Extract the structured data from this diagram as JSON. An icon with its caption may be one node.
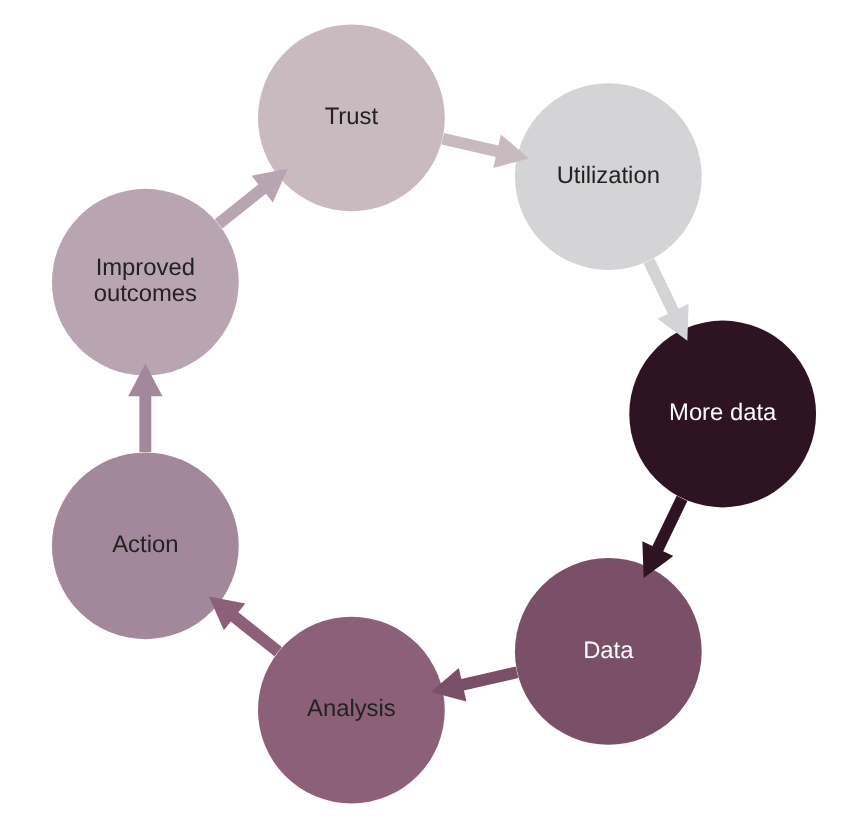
{
  "diagram": {
    "nodes": [
      {
        "text": [
          "Data"
        ]
      },
      {
        "text": [
          "Analysis"
        ]
      },
      {
        "text": [
          "Action"
        ]
      },
      {
        "text": [
          "Improved outcomes"
        ]
      },
      {
        "text": [
          "Trust"
        ]
      },
      {
        "text": [
          "Utilization"
        ]
      },
      {
        "text": [
          "More data"
        ]
      }
    ],
    "edges": [
      {
        "from": 0,
        "to": 1,
        "arrow": "to",
        "color": "#7a5068"
      },
      {
        "from": 1,
        "to": 2,
        "arrow": "to",
        "color": "#8c6079"
      },
      {
        "from": 2,
        "to": 3,
        "arrow": "to",
        "color": "#a3879a"
      },
      {
        "from": 3,
        "to": 4,
        "arrow": "to",
        "color": "#b9a4b2"
      },
      {
        "from": 4,
        "to": 5,
        "arrow": "to",
        "color": "#c9babf"
      },
      {
        "from": 5,
        "to": 6,
        "arrow": "to",
        "color": "#d4d3d6"
      },
      {
        "from": 6,
        "to": 0,
        "arrow": "to",
        "color": "#2e1422"
      }
    ]
  }
}
